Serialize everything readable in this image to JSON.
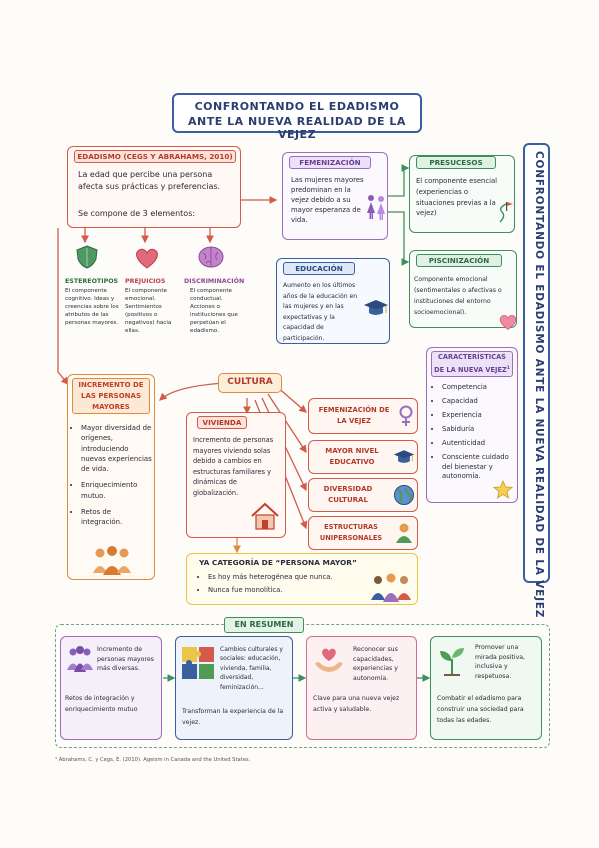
{
  "title": {
    "line1": "CONFRONTANDO EL EDADISMO",
    "line2": "ANTE LA NUEVA REALIDAD DE LA VEJEZ"
  },
  "vertical_title": "CONFRONTANDO EL EDADISMO ANTE LA NUEVA REALIDAD DE LA VEJEZ",
  "edadismo": {
    "header": "EDADISMO (CEGS Y ABRAHAMS, 2010)",
    "text": "La edad que percibe una persona afecta sus prácticas y preferencias.",
    "subtext": "Se compone de 3 elementos:",
    "elements": [
      {
        "name": "ESTEREOTIPOS",
        "desc": "El componente cognitivo. Ideas y creencias sobre los atributos de las personas mayores."
      },
      {
        "name": "PREJUICIOS",
        "desc": "El componente emocional. Sentimientos (positivos o negativos) hacia ellas."
      },
      {
        "name": "DISCRIMINACIÓN",
        "desc": "El componente conductual. Acciones o instituciones que perpetúan el edadismo."
      }
    ]
  },
  "feminizacion": {
    "header": "FEMENIZACIÓN",
    "text": "Las mujeres mayores predominan en la vejez debido a su mayor esperanza de vida."
  },
  "educacion": {
    "header": "EDUCACIÓN",
    "text": "Aumento en los últimos años de la educación en las mujeres y en las expectativas y la capacidad de participación."
  },
  "presucesos": {
    "header": "PRESUCESOS",
    "text": "El componente esencial (experiencias o situaciones previas a la vejez)"
  },
  "piscinizacion": {
    "header": "PISCINIZACIÓN",
    "text": "Componente emocional (sentimentales o afectivas o instituciones del entorno socioemocional)."
  },
  "caracteristicas": {
    "header": "CARACTERÍSTICAS DE LA NUEVA VEJEZ",
    "marker": "1",
    "items": [
      "Competencia",
      "Capacidad",
      "Experiencia",
      "Sabiduría",
      "Autenticidad",
      "Consciente cuidado del bienestar y autonomía."
    ]
  },
  "incremento": {
    "header": "INCREMENTO DE LAS PERSONAS MAYORES",
    "items": [
      "Mayor diversidad de orígenes, introduciendo nuevas experiencias de vida.",
      "Enriquecimiento mutuo.",
      "Retos de integración."
    ]
  },
  "cultura": {
    "label": "CULTURA"
  },
  "vivienda": {
    "header": "VIVIENDA",
    "text": "Incremento de personas mayores viviendo solas debido a cambios en estructuras familiares y dinámicas de globalización."
  },
  "cultura_effects": [
    "FEMENIZACIÓN DE LA VEJEZ",
    "MAYOR NIVEL EDUCATIVO",
    "DIVERSIDAD CULTURAL",
    "ESTRUCTURAS UNIPERSONALES"
  ],
  "categoria": {
    "header": "YA CATEGORÍA DE “PERSONA MAYOR”",
    "items": [
      "Es hoy más heterogénea que nunca.",
      "Nunca fue monolítica."
    ]
  },
  "resumen": {
    "header": "EN RESUMEN",
    "steps": [
      {
        "top": "Incremento de personas mayores más diversas.",
        "bottom": "Retos de integración y enriquecimiento mutuo"
      },
      {
        "top": "Cambios culturales y sociales: educación, vivienda, familia, diversidad, feminización...",
        "bottom": "Transforman la experiencia de la vejez."
      },
      {
        "top": "Reconocer sus capacidades, experiencias y autonomía.",
        "bottom": "Clave para una nueva vejez activa y saludable."
      },
      {
        "top": "Promover una mirada positiva, inclusiva y respetuosa.",
        "bottom": "Combatir el edadismo para construir una sociedad para todas las edades."
      }
    ]
  },
  "footnote": "¹ Abrahams, C. y Cegs, E. (2010). Ageism in Canada and the United States.",
  "colors": {
    "red": "#d45a4a",
    "purple": "#9a6fc0",
    "green": "#3f8f5e",
    "blue": "#3a5f9e",
    "orange": "#e08a3c",
    "yellow": "#e9c548",
    "pink": "#d96a8f"
  }
}
